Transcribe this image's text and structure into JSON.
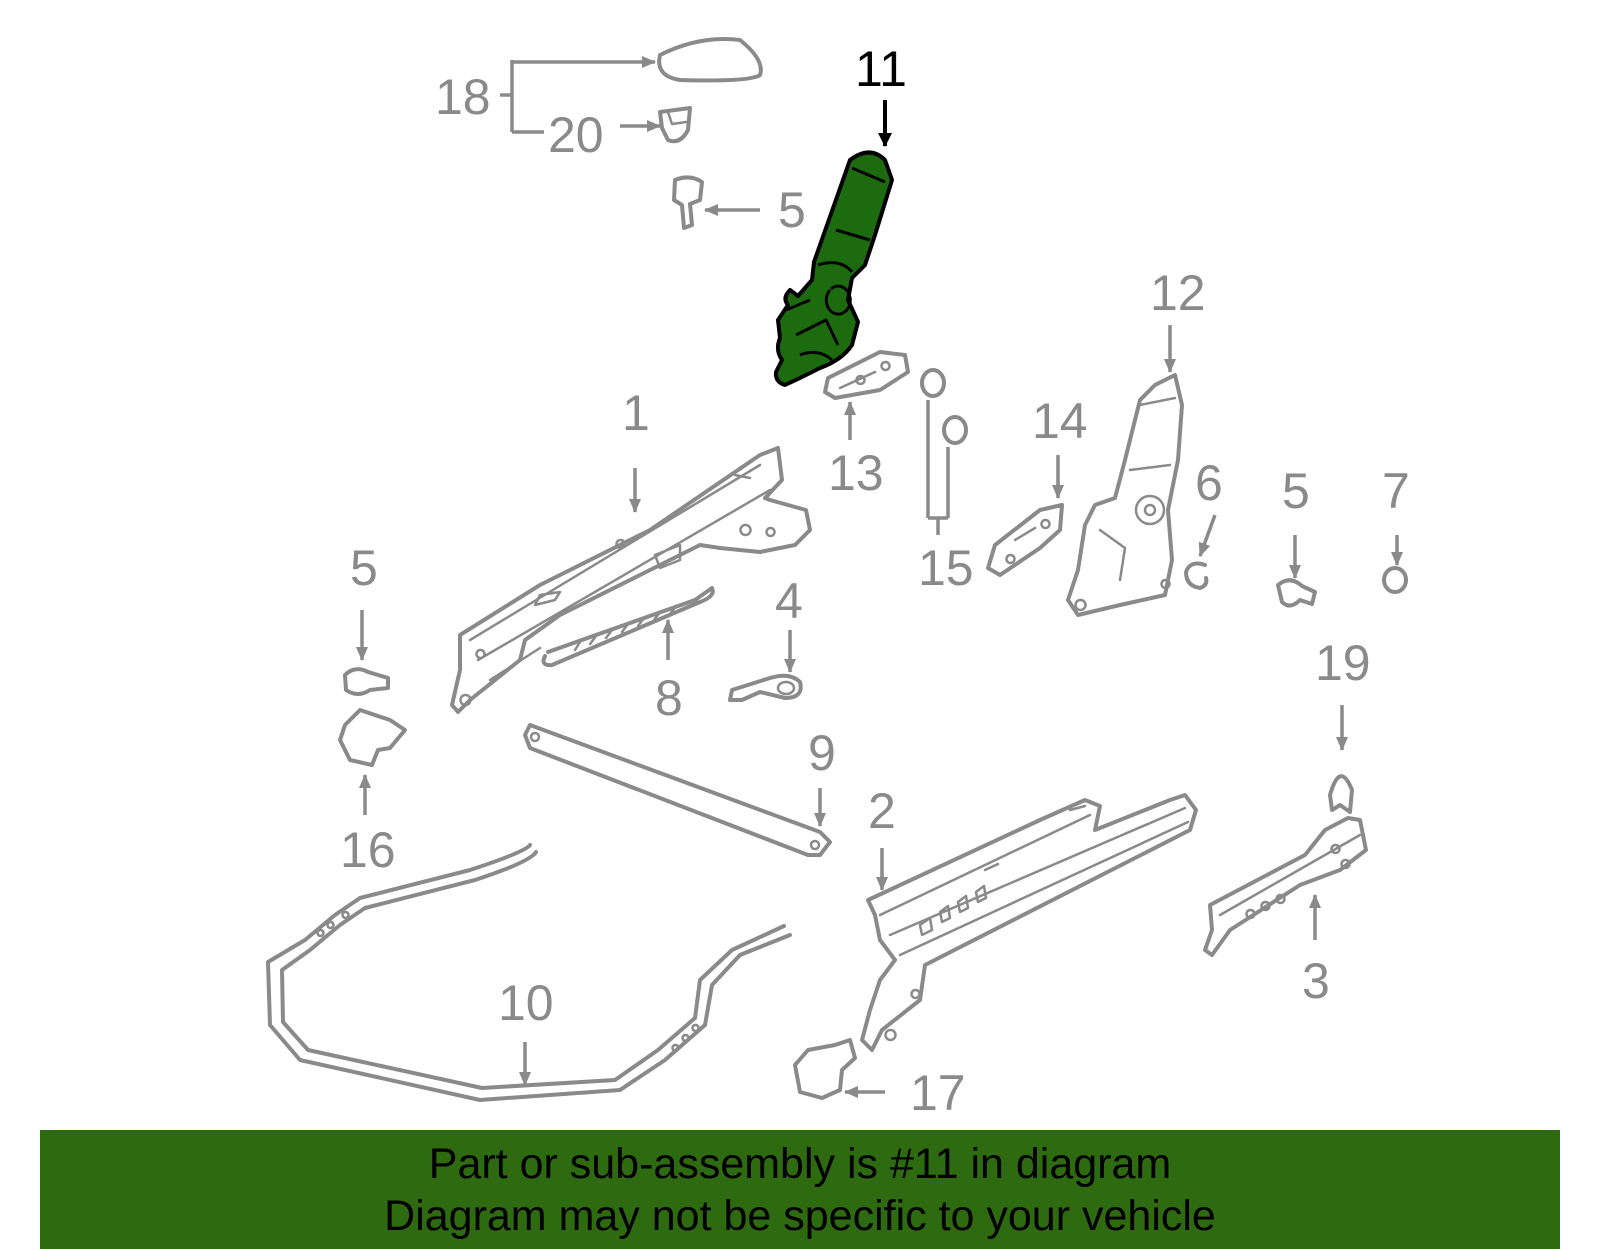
{
  "colors": {
    "highlight": "#1d6b0f",
    "banner": "#2d6a10",
    "line": "#8a8a8a"
  },
  "callouts": {
    "p18": "18",
    "p20": "20",
    "p11": "11",
    "p5a": "5",
    "p12": "12",
    "p1": "1",
    "p13": "13",
    "p14": "14",
    "p6": "6",
    "p5b": "5",
    "p7": "7",
    "p15": "15",
    "p5c": "5",
    "p4": "4",
    "p8": "8",
    "p19": "19",
    "p9": "9",
    "p2": "2",
    "p16": "16",
    "p3": "3",
    "p10": "10",
    "p17": "17"
  },
  "highlighted_part": "11",
  "banner": {
    "line1": "Part or sub-assembly is #11 in diagram",
    "line2": "Diagram may not be specific to your vehicle"
  }
}
